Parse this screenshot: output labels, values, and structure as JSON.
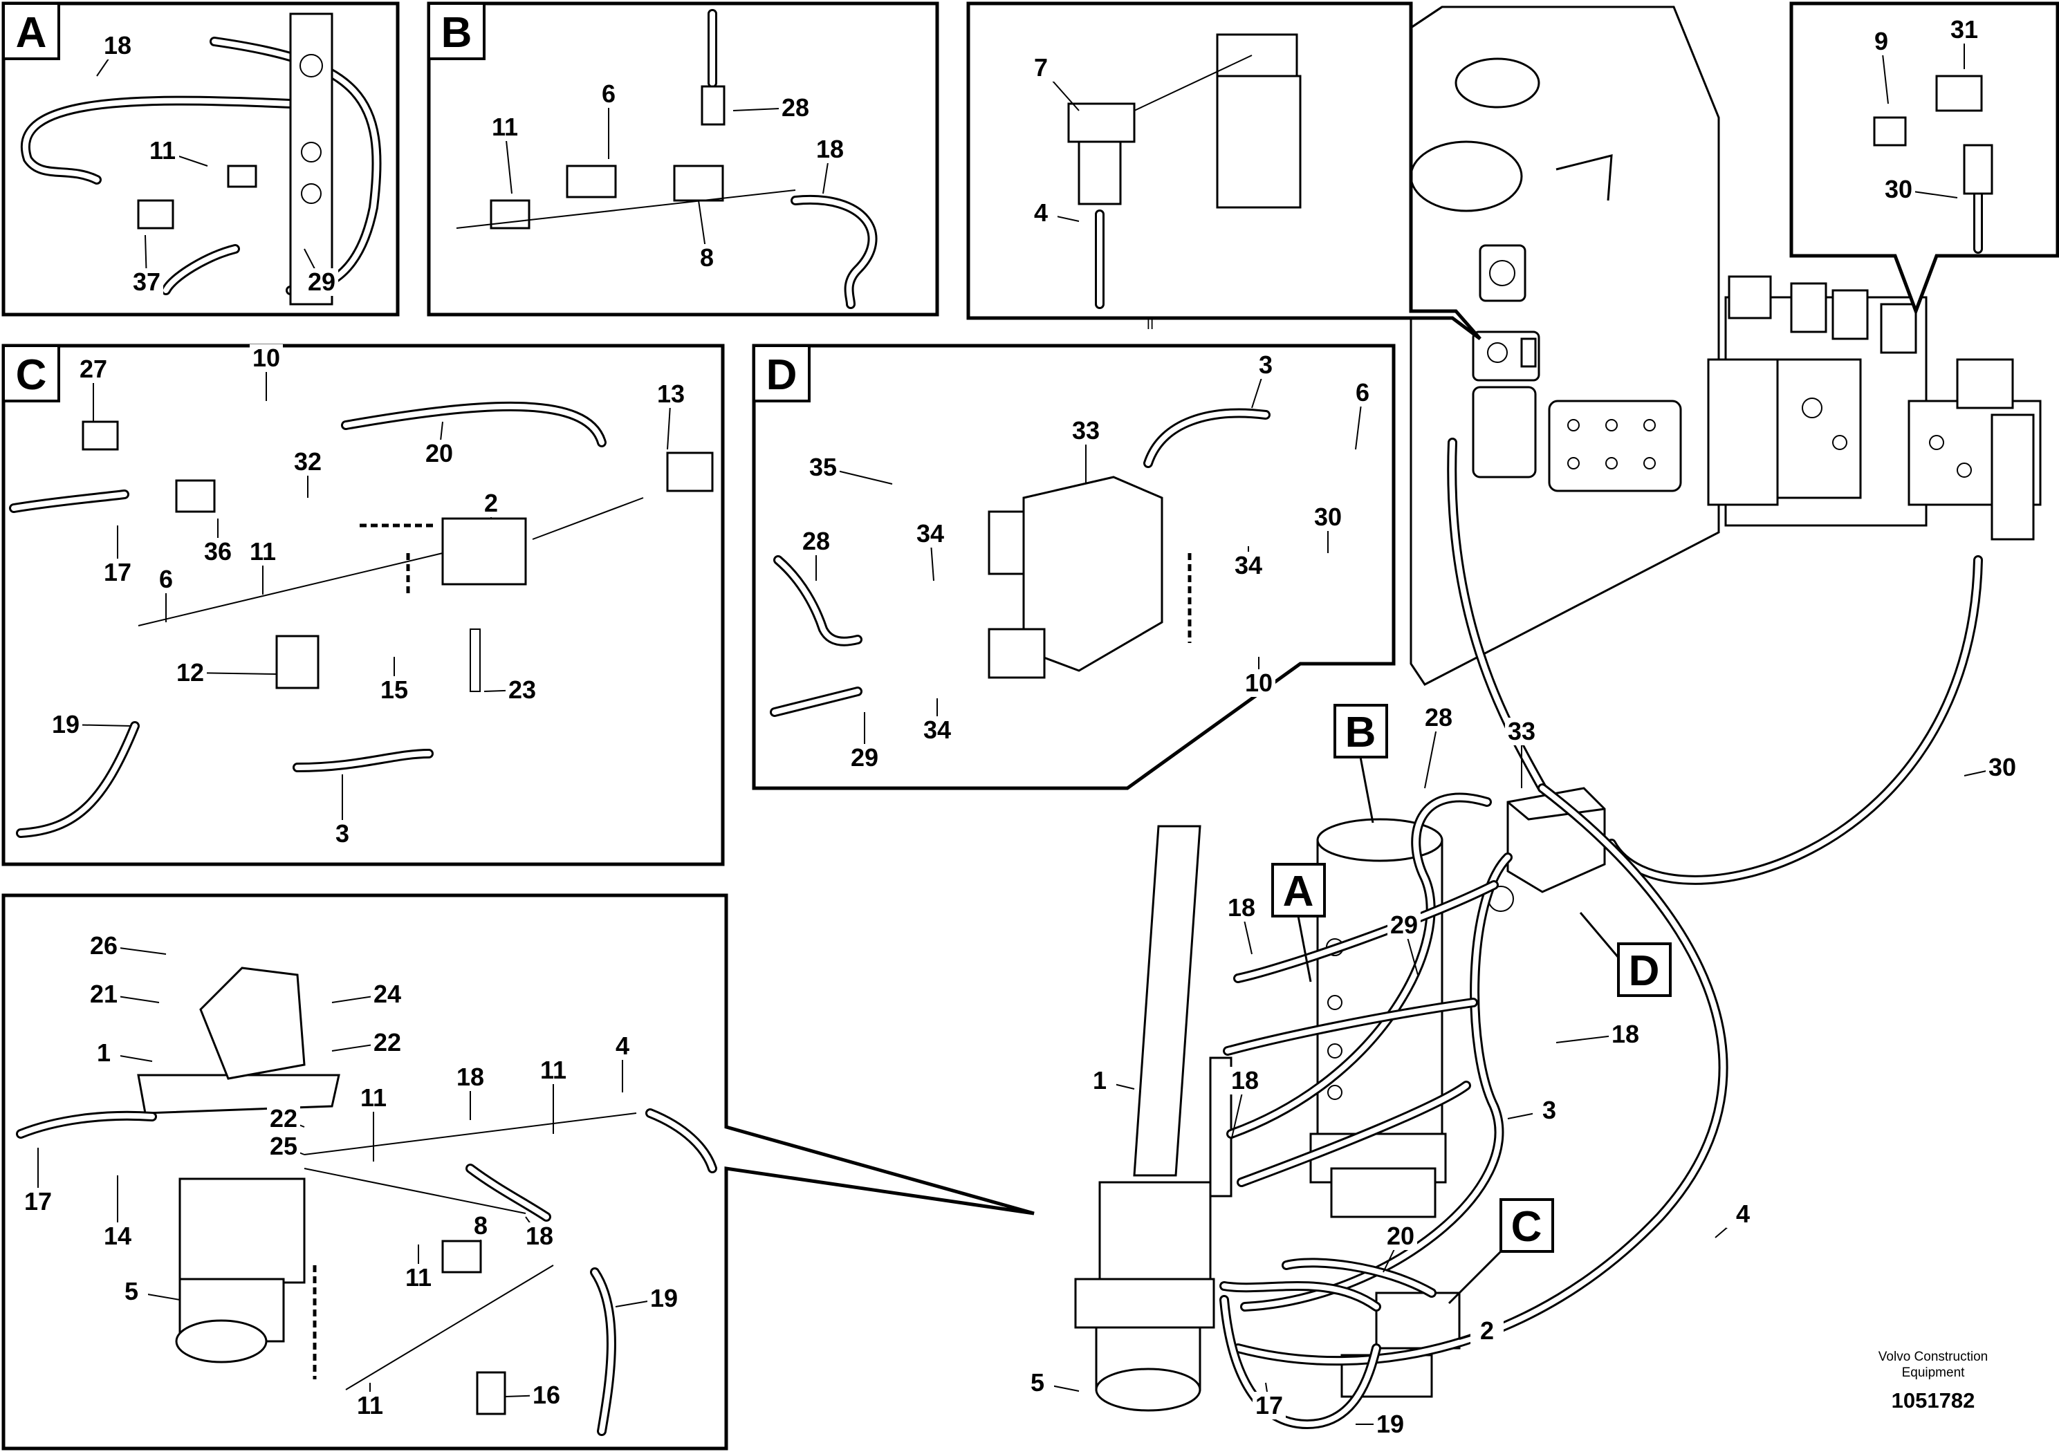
{
  "detail_views": {
    "A": {
      "letter": "A",
      "callouts": [
        "18",
        "11",
        "37",
        "29"
      ]
    },
    "B": {
      "letter": "B",
      "callouts": [
        "28",
        "6",
        "11",
        "18",
        "8"
      ]
    },
    "D": {
      "letter": "D",
      "callouts": [
        "3",
        "6",
        "33",
        "35",
        "28",
        "34",
        "30",
        "34",
        "10",
        "29",
        "34"
      ]
    },
    "C": {
      "letter": "C",
      "callouts": [
        "27",
        "10",
        "13",
        "20",
        "32",
        "2",
        "17",
        "36",
        "11",
        "6",
        "12",
        "15",
        "23",
        "19",
        "3"
      ]
    },
    "unlabeled_top_right_1": {
      "callouts": [
        "7",
        "4"
      ]
    },
    "unlabeled_top_right_2": {
      "callouts": [
        "9",
        "31",
        "30"
      ]
    },
    "lower_left": {
      "callouts": [
        "26",
        "21",
        "24",
        "1",
        "22",
        "22",
        "25",
        "18",
        "11",
        "11",
        "4",
        "17",
        "14",
        "18",
        "11",
        "5",
        "8",
        "19",
        "11",
        "16"
      ]
    }
  },
  "main_view": {
    "tags": [
      "B",
      "A",
      "D",
      "C"
    ],
    "callouts": [
      "28",
      "33",
      "30",
      "18",
      "29",
      "1",
      "18",
      "18",
      "3",
      "4",
      "20",
      "2",
      "5",
      "17",
      "19"
    ]
  },
  "credit": {
    "line1": "Volvo Construction",
    "line2": "Equipment",
    "drawing_number": "1051782"
  },
  "small_mark": "II"
}
